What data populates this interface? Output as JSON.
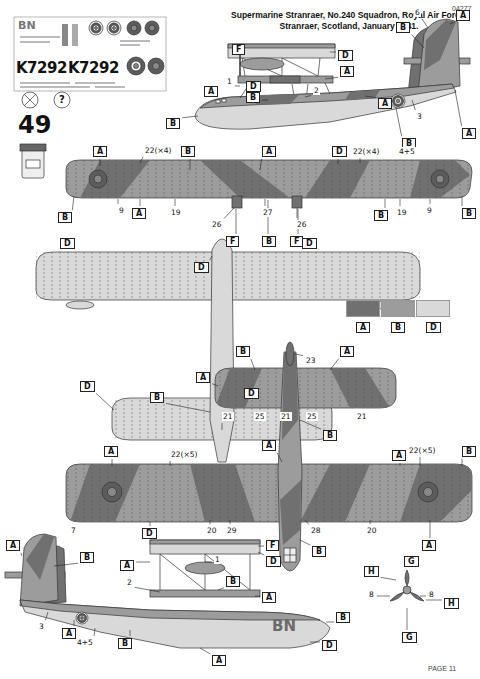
{
  "diagram": {
    "title": "Supermarine Stranraer, No.240 Squadron, Royal Air Force, Stranraer, Scotland, January 1941.",
    "labels": [
      "04277",
      "PAGE 11",
      "49",
      "?",
      "K7292",
      "K7292",
      "BN",
      "BN",
      "F",
      "D",
      "1",
      "D",
      "A",
      "A",
      "B",
      "2",
      "A",
      "6",
      "A",
      "B",
      "3",
      "A",
      "B",
      "B",
      "A",
      "22(×4)",
      "B",
      "A",
      "D",
      "22(×4)",
      "4+5",
      "B",
      "9",
      "A",
      "19",
      "26",
      "27",
      "26",
      "F",
      "B",
      "F",
      "B",
      "19",
      "9",
      "B",
      "D",
      "D",
      "D",
      "B",
      "A",
      "23",
      "D",
      "A",
      "B",
      "D",
      "21",
      "25",
      "21",
      "25",
      "21",
      "B",
      "22(×5)",
      "A",
      "A",
      "22(×5)",
      "B",
      "A",
      "20",
      "29",
      "28",
      "20",
      "A",
      "B",
      "D",
      "7",
      "A",
      "B",
      "A",
      "2",
      "1",
      "F",
      "D",
      "B",
      "A",
      "B",
      "3",
      "A",
      "4+5",
      "B",
      "D",
      "A",
      "H",
      "G",
      "8",
      "8",
      "H",
      "G"
    ],
    "legend": [
      {
        "text": "A",
        "color": "#707070"
      },
      {
        "text": "B",
        "color": "#9c9c9c"
      },
      {
        "text": "D",
        "color": "#d9d9d9"
      }
    ]
  }
}
